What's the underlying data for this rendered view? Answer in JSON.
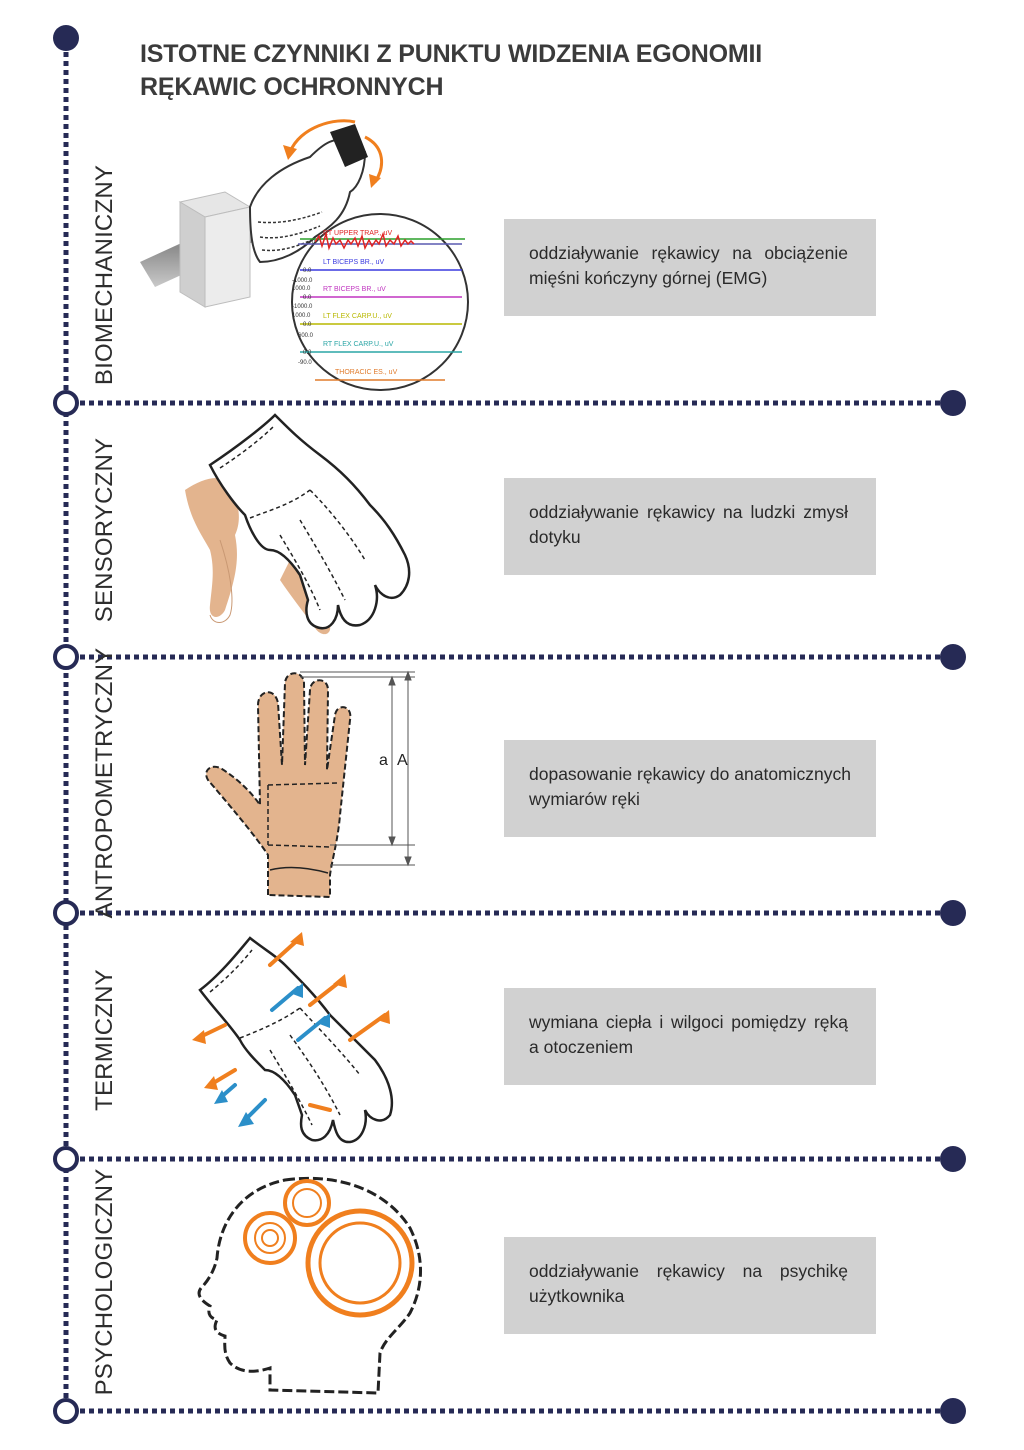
{
  "title": {
    "line1": "ISTOTNE CZYNNIKI Z PUNKTU WIDZENIA EGONOMII",
    "line2": "RĘKAWIC OCHRONNYCH"
  },
  "colors": {
    "navy": "#262a55",
    "orange": "#f07f1e",
    "blue": "#2b8fc9",
    "box": "#d1d1d1"
  },
  "sections": [
    {
      "label": "BIOMECHANICZNY",
      "desc_line1": "oddziaływanie rękawicy na obciążenie",
      "desc_line2": "mięśni kończyny górnej (EMG)",
      "icon": "gripping-glove-emg-icon"
    },
    {
      "label": "SENSORYCZNY",
      "desc_line1": "oddziaływanie rękawicy na ludzki zmysł",
      "desc_line2": "dotyku",
      "icon": "glove-on-hand-icon"
    },
    {
      "label": "ANTROPOMETRYCZNY",
      "desc_line1": "dopasowanie rękawicy do anatomicznych",
      "desc_line2": "wymiarów ręki",
      "icon": "hand-measurement-icon"
    },
    {
      "label": "TERMICZNY",
      "desc_line1": "wymiana ciepła i wilgoci pomiędzy ręką",
      "desc_line2": "a otoczeniem",
      "icon": "glove-heat-exchange-icon"
    },
    {
      "label": "PSYCHOLOGICZNY",
      "desc_line1": "oddziaływanie rękawicy na psychikę",
      "desc_line2": "użytkownika",
      "icon": "head-gears-icon"
    }
  ],
  "emg_channels": [
    "RT UPPER TRAP., uV",
    "LT BICEPS BR., uV",
    "RT BICEPS BR., uV",
    "LT FLEX CARP.U., uV",
    "RT FLEX CARP.U., uV",
    "THORACIC ES., uV"
  ],
  "emg_scale": [
    "0",
    "0.0",
    "-1000.0",
    "1000.0",
    "0.0",
    "-1000.0",
    "1000.0",
    "0.0",
    "600.0",
    "0.0",
    "-90.0"
  ],
  "measure_labels": {
    "a": "a",
    "A": "A"
  }
}
